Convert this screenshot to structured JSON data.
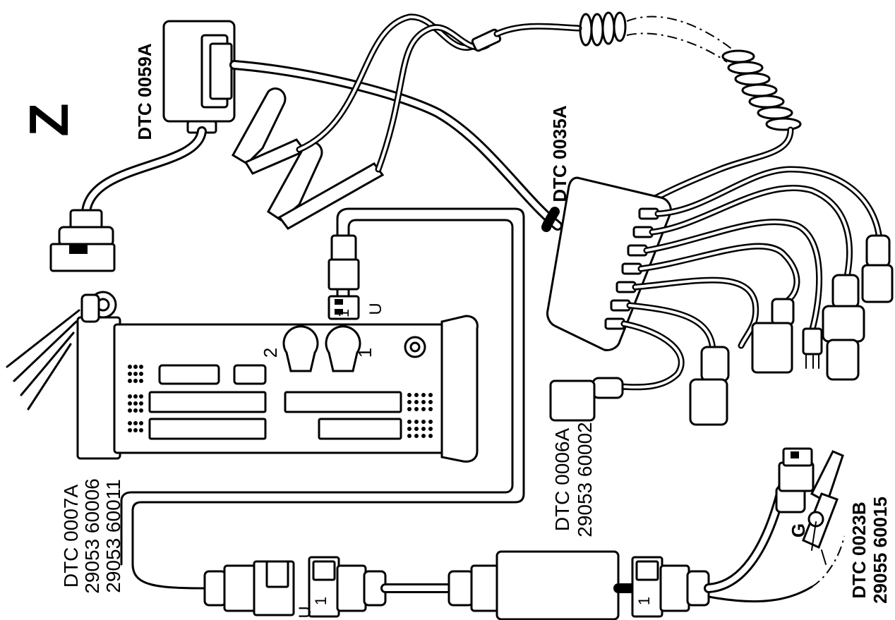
{
  "figure": {
    "marker": "Z",
    "labels": {
      "dtc_0059a": "DTC 0059A",
      "dtc_0035a": "DTC 0035A",
      "dtc_0007a": [
        "DTC 0007A",
        "29053 60006",
        "29053 60011"
      ],
      "dtc_0006a": [
        "DTC 0006A",
        "29053 60002"
      ],
      "dtc_0023b": [
        "DTC 0023B",
        "29055 60015"
      ]
    },
    "connector_marks": {
      "u_top": "U",
      "u_bottom": "U",
      "g": "G",
      "pin_1_top": "1",
      "pin_1_bottom_a": "1",
      "pin_1_bottom_b": "1",
      "port_1": "1",
      "port_2": "2"
    }
  }
}
